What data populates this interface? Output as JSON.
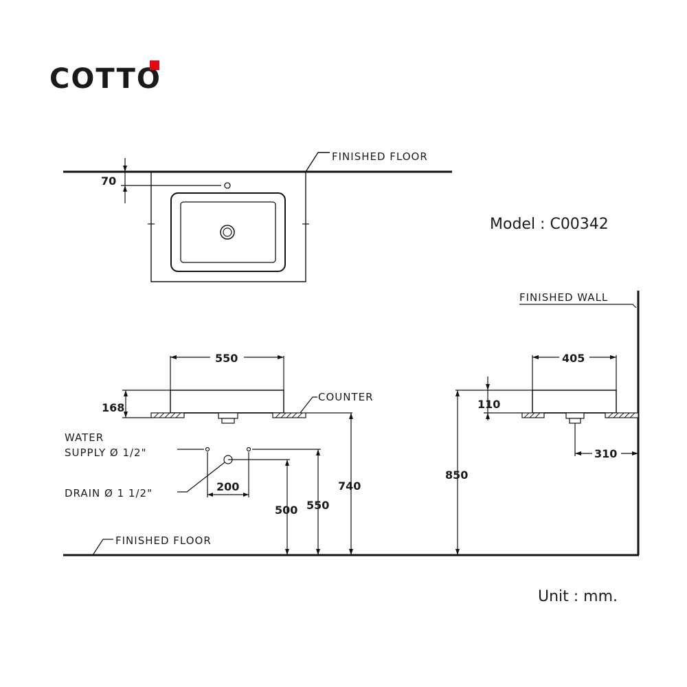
{
  "brand": {
    "name": "COTTO",
    "accent_color": "#e30613"
  },
  "model_label": "Model : C00342",
  "unit_label": "Unit : mm.",
  "labels": {
    "finished_floor_top": "FINISHED FLOOR",
    "finished_floor_bottom": "FINISHED FLOOR",
    "finished_wall": "FINISHED WALL",
    "counter": "COUNTER",
    "water_line1": "WATER",
    "water_line2": "SUPPLY Ø 1/2\"",
    "drain": "DRAIN Ø 1 1/2\""
  },
  "dimensions": {
    "top_offset": "70",
    "front_width": "550",
    "front_height": "168",
    "drain_spacing": "200",
    "supply_height_low": "500",
    "supply_height_high": "550",
    "counter_height": "740",
    "side_width": "405",
    "side_height": "110",
    "side_total_height": "850",
    "wall_to_drain": "310"
  }
}
